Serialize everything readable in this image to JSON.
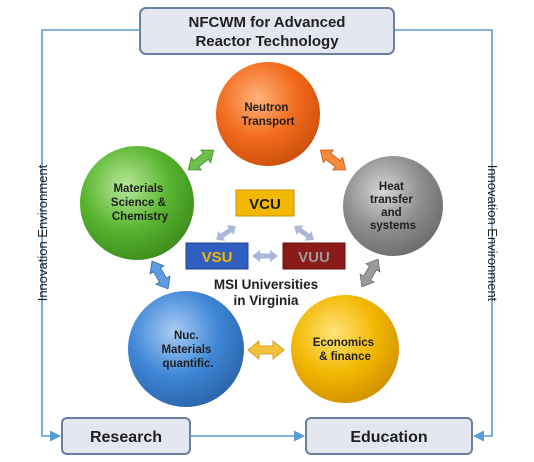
{
  "title": {
    "line1": "NFCWM for Advanced",
    "line2": "Reactor Technology"
  },
  "side_labels": {
    "left": "Innovation Environment",
    "right": "Innovation Environment"
  },
  "bottom_boxes": {
    "research": "Research",
    "education": "Education"
  },
  "circles": {
    "neutron": {
      "lines": [
        "Neutron",
        "Transport"
      ],
      "color": "#f26a1b"
    },
    "heat": {
      "lines": [
        "Heat",
        "transfer",
        "and",
        "systems"
      ],
      "color": "#8c8c8c"
    },
    "economics": {
      "lines": [
        "Economics",
        "& finance"
      ],
      "color": "#f2b800"
    },
    "nuclear": {
      "lines": [
        "Nuc.",
        "Materials",
        "quantific."
      ],
      "color": "#3e86d6"
    },
    "materials": {
      "lines": [
        "Materials",
        "Science &",
        "Chemistry"
      ],
      "color": "#58b52e"
    }
  },
  "universities": {
    "vcu": {
      "label": "VCU",
      "color": "#f2b800",
      "text_color": "#1a1a1a"
    },
    "vsu": {
      "label": "VSU",
      "color": "#2f5fbf",
      "text_color": "#f2b800"
    },
    "vuu": {
      "label": "VUU",
      "color": "#8b1a1a",
      "text_color": "#9a9a9a"
    }
  },
  "center_caption": {
    "line1": "MSI Universities",
    "line2": "in Virginia"
  },
  "colors": {
    "frame": "#5b9bd5",
    "box_fill": "#e4e7ef",
    "box_stroke": "#6b7f9e",
    "dark_text": "#1f1f1f"
  }
}
